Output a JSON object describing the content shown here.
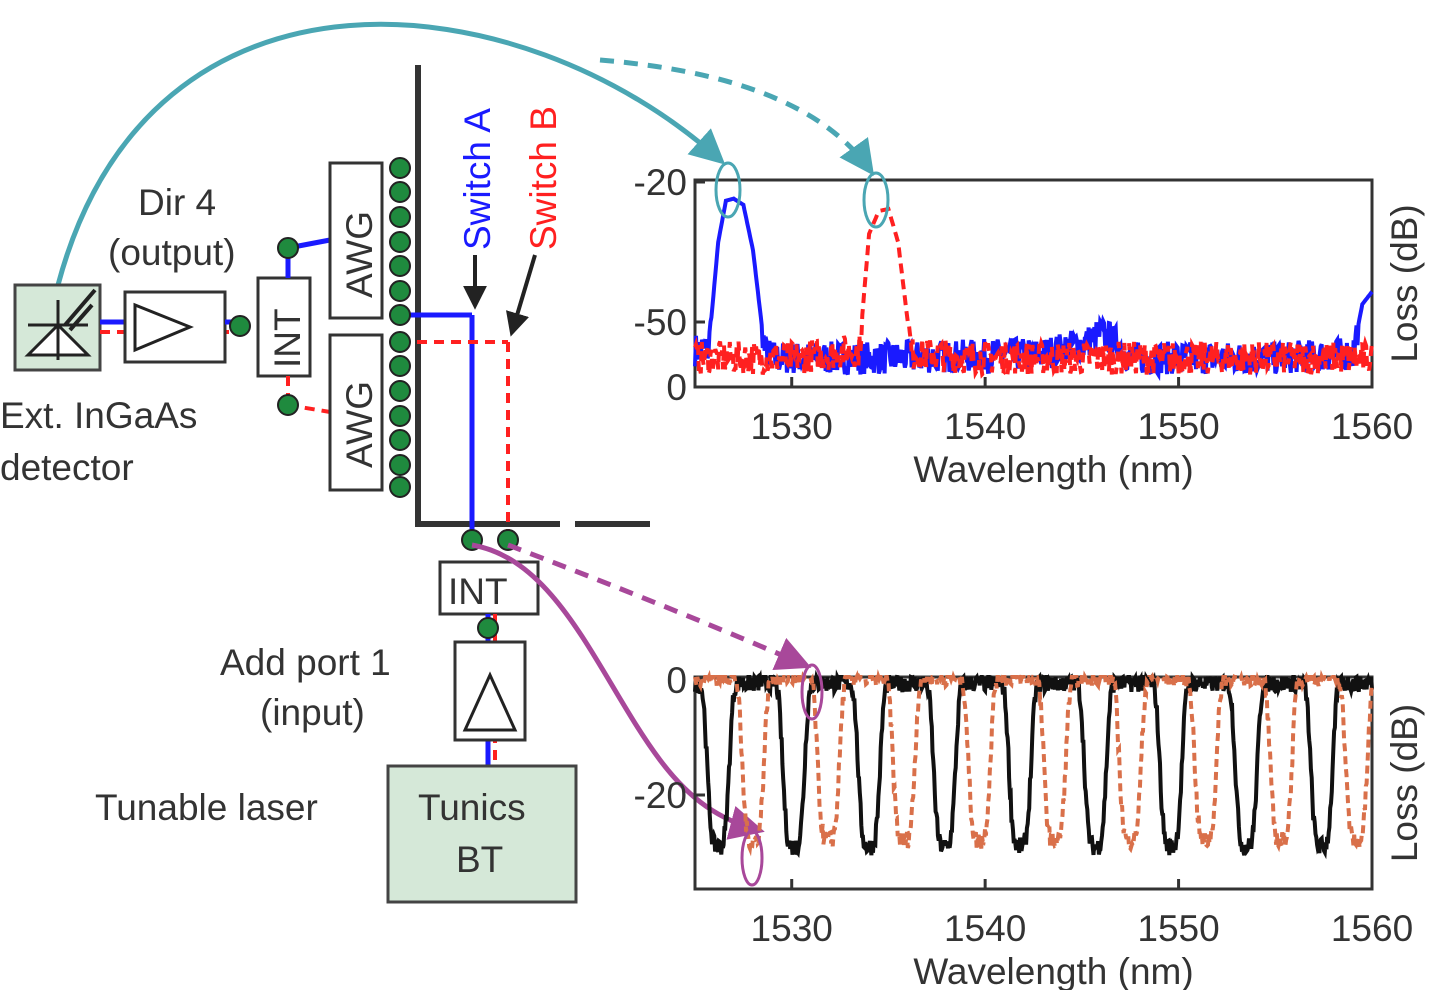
{
  "labels": {
    "dir4": "Dir 4",
    "output": "(output)",
    "detector_line1": "Ext. InGaAs",
    "detector_line2": "detector",
    "awg_top": "AWG",
    "awg_bottom": "AWG",
    "int_left": "INT",
    "int_bottom": "INT",
    "switch_a": "Switch A",
    "switch_b": "Switch B",
    "add_port": "Add port 1",
    "input": "(input)",
    "tunable_laser": "Tunable laser",
    "tunics": "Tunics",
    "bt": "BT"
  },
  "colors": {
    "switch_a": "#1a1aff",
    "switch_b": "#ff2020",
    "teal_arrow": "#4aa6b3",
    "purple_arrow": "#a8489a",
    "black_trace": "#111111",
    "orange_trace": "#d9704a",
    "box_fill": "#d5e8d8",
    "port_green": "#1f8a3e"
  },
  "chart_data": [
    {
      "type": "line",
      "xlabel": "Wavelength (nm)",
      "ylabel": "Loss (dB)",
      "xlim": [
        1525,
        1560
      ],
      "ylim": [
        -65,
        -15
      ],
      "xticks": [
        "1530",
        "1540",
        "1550",
        "1560"
      ],
      "yticks": [
        "-20",
        "-50",
        "0"
      ],
      "series": [
        {
          "style": "solid",
          "color": "#1a1aff",
          "x": [
            1525,
            1525.7,
            1526.2,
            1526.6,
            1527.0,
            1527.5,
            1528.0,
            1528.6,
            1529,
            1535,
            1543,
            1545.3,
            1546.0,
            1546.7,
            1547.5,
            1555,
            1559.0,
            1559.5,
            1560
          ],
          "y": [
            -56,
            -56,
            -30,
            -20,
            -19.5,
            -21,
            -32,
            -56,
            -58,
            -58,
            -57,
            -54,
            -52,
            -54,
            -58,
            -58,
            -57,
            -45,
            -42
          ]
        },
        {
          "style": "dashed",
          "color": "#ff2020",
          "x": [
            1525,
            1530,
            1533.5,
            1534.0,
            1534.5,
            1535.0,
            1535.5,
            1536.2,
            1540,
            1550,
            1560
          ],
          "y": [
            -58,
            -58,
            -56,
            -28,
            -22.5,
            -22,
            -30,
            -57,
            -58,
            -58,
            -58
          ]
        }
      ]
    },
    {
      "type": "line",
      "xlabel": "Wavelength (nm)",
      "ylabel": "Loss (dB)",
      "xlim": [
        1525,
        1560
      ],
      "ylim": [
        -35,
        0
      ],
      "xticks": [
        "1530",
        "1540",
        "1550",
        "1560"
      ],
      "yticks": [
        "0",
        "-20"
      ],
      "series": [
        {
          "style": "solid",
          "color": "#111111",
          "comb_period_nm": 3.9,
          "first_dip_nm": 1526.2,
          "dip_width_nm": 1.4,
          "top_y": -1,
          "bottom_y": -28
        },
        {
          "style": "dotted",
          "color": "#d9704a",
          "comb_period_nm": 3.9,
          "first_dip_nm": 1528.0,
          "dip_width_nm": 1.4,
          "top_y": 0,
          "bottom_y": -27
        }
      ]
    }
  ]
}
